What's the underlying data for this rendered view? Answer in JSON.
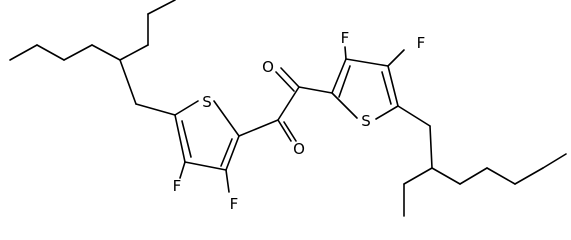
{
  "structure": {
    "atoms": {
      "s_left": "S",
      "s_right": "S",
      "f_left_top": "F",
      "f_left_bottom": "F",
      "f_right_left": "F",
      "f_right_right": "F",
      "o_top": "O",
      "o_bottom": "O"
    }
  },
  "colors": {
    "bond": "#000000",
    "label": "#000000",
    "background": "#ffffff"
  }
}
